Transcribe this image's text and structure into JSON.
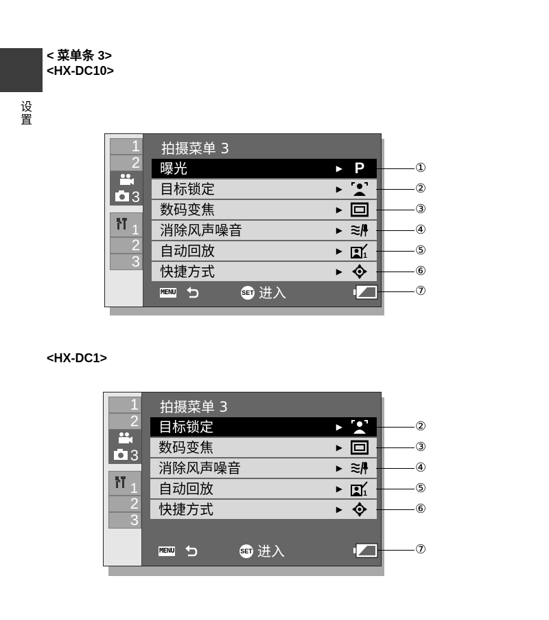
{
  "side_label": "设置",
  "headings": [
    "< 菜单条 3>",
    "<HX-DC10>",
    "<HX-DC1>"
  ],
  "sidebar": {
    "tab1": "1",
    "tab2": "2",
    "tab3": "3",
    "tool1": "1",
    "tool2": "2",
    "tool3": "3"
  },
  "screen1": {
    "title": "拍摄菜单 3",
    "items": [
      "曝光",
      "目标锁定",
      "数码变焦",
      "消除风声噪音",
      "自动回放",
      "快捷方式"
    ],
    "exposure_value": "P",
    "footer_menu": "MENU",
    "footer_set": "SET",
    "footer_enter": "进入",
    "callouts": [
      "①",
      "②",
      "③",
      "④",
      "⑤",
      "⑥",
      "⑦"
    ]
  },
  "screen2": {
    "title": "拍摄菜单 3",
    "items": [
      "目标锁定",
      "数码变焦",
      "消除风声噪音",
      "自动回放",
      "快捷方式"
    ],
    "footer_menu": "MENU",
    "footer_set": "SET",
    "footer_enter": "进入",
    "callouts": [
      "②",
      "③",
      "④",
      "⑤",
      "⑥",
      "⑦"
    ]
  },
  "icons": [
    "camera-video-icon",
    "camera-photo-icon",
    "tools-icon",
    "face-detect-icon",
    "digital-zoom-icon",
    "wind-noise-icon",
    "auto-review-icon",
    "shortcut-icon",
    "return-icon",
    "battery-icon"
  ]
}
